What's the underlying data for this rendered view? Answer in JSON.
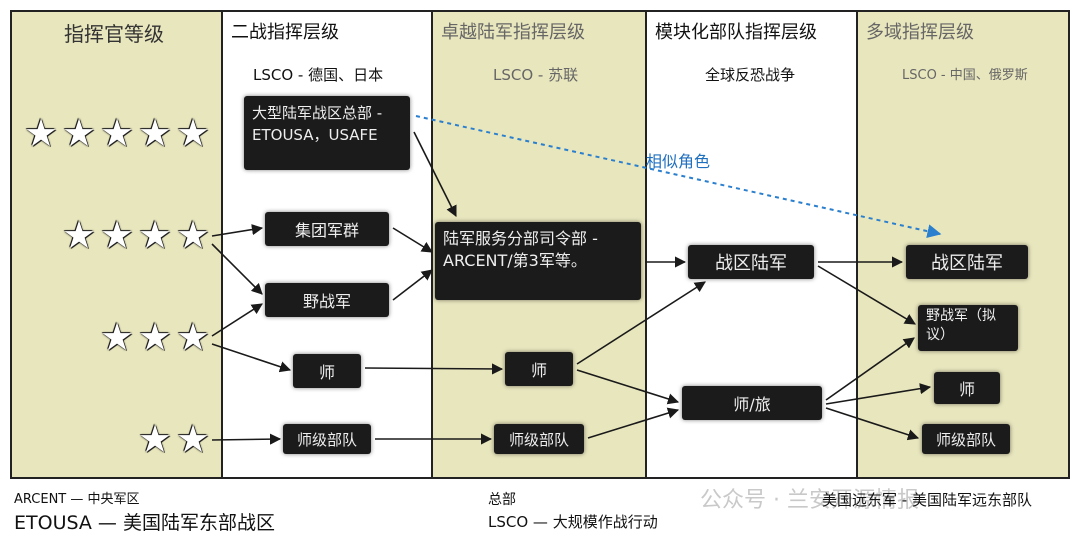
{
  "columns": {
    "rank": {
      "title": "指挥官等级"
    },
    "ww2": {
      "title": "二战指挥层级",
      "subtitle": "LSCO - 德国、日本"
    },
    "excellence": {
      "title": "卓越陆军指挥层级",
      "subtitle": "LSCO - 苏联"
    },
    "modular": {
      "title": "模块化部队指挥层级",
      "subtitle": "全球反恐战争"
    },
    "multidomain": {
      "title": "多域指挥层级",
      "subtitle": "LSCO - 中国、俄罗斯"
    }
  },
  "ranks": [
    {
      "stars": 5,
      "glyph": "★★★★★"
    },
    {
      "stars": 4,
      "glyph": "★★★★"
    },
    {
      "stars": 3,
      "glyph": "★★★"
    },
    {
      "stars": 2,
      "glyph": "★★"
    }
  ],
  "nodes": {
    "ww2_theater": "大型陆军战区总部 - ETOUSA，USAFE",
    "ww2_army_group": "集团军群",
    "ww2_field_army": "野战军",
    "ww2_division": "师",
    "ww2_division_units": "师级部队",
    "ex_asc": "陆军服务分部司令部 - ARCENT/第3军等。",
    "ex_division": "师",
    "ex_division_units": "师级部队",
    "mod_theater_army": "战区陆军",
    "mod_div_bde": "师/旅",
    "md_theater_army": "战区陆军",
    "md_field_army": "野战军（拟议）",
    "md_division": "师",
    "md_division_units": "师级部队"
  },
  "annotation": "相似角色",
  "footnotes": {
    "arcent": "ARCENT — 中央军区",
    "etousa": "ETOUSA — 美国陆军东部战区",
    "hq": "总部",
    "lsco": "LSCO — 大规模作战行动",
    "fecom": "美国远东军 - 美国陆军远东部队"
  },
  "watermark": "公众号 · 兰安开源情报",
  "colors": {
    "olive": "#e8e6bd",
    "white": "#ffffff",
    "node": "#1b1b1b",
    "arrow": "#1a1a1a",
    "dashed": "#2a7fcf"
  }
}
